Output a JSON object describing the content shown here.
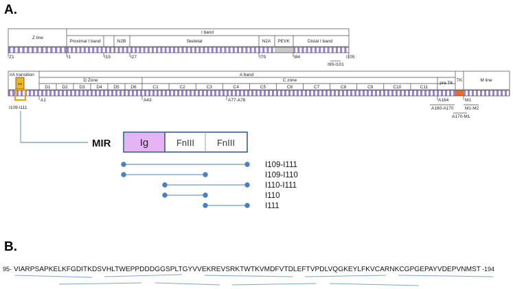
{
  "panel_a": {
    "label": "A.",
    "row1": {
      "z_line": "Z line",
      "i_band": "I band",
      "proximal_i_band": "Proximal I band",
      "n2b": "N2B",
      "skeletal": "Skeletal",
      "n2a": "N2A",
      "pevk": "PEVK",
      "distal_i_band": "Distal I band",
      "ticks": {
        "z1": "Z1",
        "i1": "I1",
        "i15": "I15",
        "i27": "I27",
        "i79": "I79",
        "i84": "I84",
        "i105": "I105",
        "i99_i101": "I99-I101"
      }
    },
    "row2": {
      "ia_transition": "I/A transition",
      "mir_box_label": "MIR",
      "a_band": "A band",
      "d_zone": "D Zone",
      "c_zone": "C zone",
      "d_domains": [
        "D1",
        "D2",
        "D3",
        "D4",
        "D5",
        "D6"
      ],
      "c_domains": [
        "C1",
        "C2",
        "C3",
        "C4",
        "C5",
        "C6",
        "C7",
        "C8",
        "C9",
        "C10",
        "C11"
      ],
      "pre_tk": "pre TK",
      "tk": "TK",
      "m_line": "M line",
      "ticks": {
        "i109_i111": "I109-I111",
        "a1": "A1",
        "a43": "A43",
        "a77_a78": "A77-A78",
        "a164": "A164",
        "a160_a170": "A160-A170",
        "a170_m1": "A170-M1",
        "m1": "M1",
        "m1_m2": "M1-M2"
      }
    },
    "mir_diagram": {
      "label": "MIR",
      "domains": [
        "Ig",
        "FnIII",
        "FnIII"
      ],
      "constructs": [
        "I109-I111",
        "I109-I110",
        "I110-I111",
        "I110",
        "I111"
      ]
    }
  },
  "panel_b": {
    "label": "B.",
    "start": "95-",
    "sequence": "VIARPSAPKELKFGDITKDSVHLTWEPPDDDGGSPLTGYVVEKREVSRKTWTKVMDFVTDLEFTVPDLVQGKEYLFKVCARNKCGPGEPAYVDEPVNMST",
    "end": "-194"
  },
  "colors": {
    "stripe_purple": "#9a82d6",
    "stripe_white": "#ffffff",
    "grey": "#c8c8c8",
    "orange": "#ee6a25",
    "gold": "#f0b429",
    "ig_fill": "#e6b3f5",
    "blue": "#4a7fc1",
    "box_border": "#3a5a8c"
  }
}
